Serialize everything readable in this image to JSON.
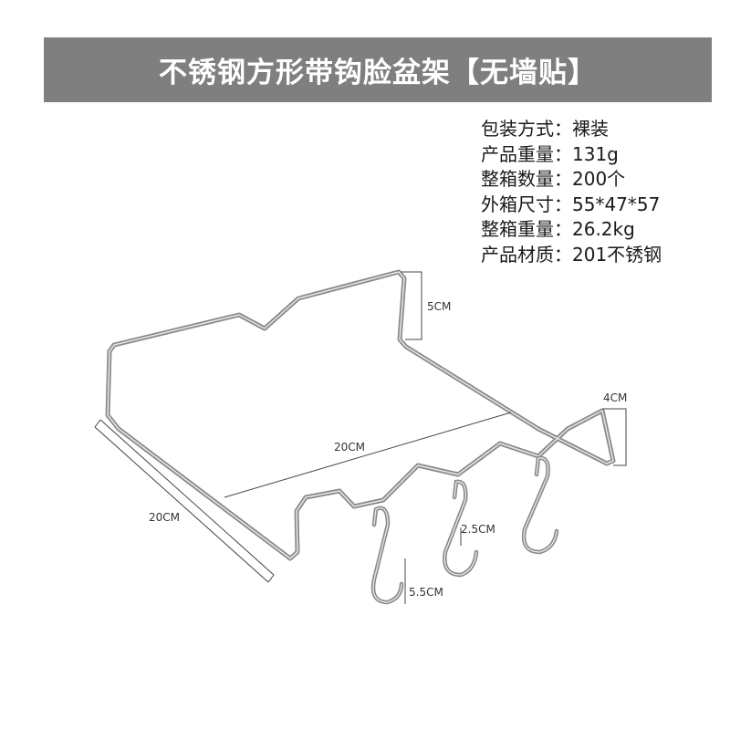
{
  "banner": {
    "title": "不锈钢方形带钩脸盆架【无墙贴】"
  },
  "specs": [
    {
      "label": "包装方式：",
      "value": "裸装"
    },
    {
      "label": "产品重量：",
      "value": "131g"
    },
    {
      "label": "整箱数量：",
      "value": "200个"
    },
    {
      "label": "外箱尺寸：",
      "value": "55*47*57"
    },
    {
      "label": "整箱重量：",
      "value": "26.2kg"
    },
    {
      "label": "产品材质：",
      "value": "201不锈钢"
    }
  ],
  "dimensions": {
    "back_height": "5CM",
    "hook_top": "4CM",
    "width": "20CM",
    "depth": "20CM",
    "hook_gap": "2.5CM",
    "hook_length": "5.5CM"
  },
  "colors": {
    "banner": "#7f7f7f",
    "wire": "#8a8a8a"
  }
}
